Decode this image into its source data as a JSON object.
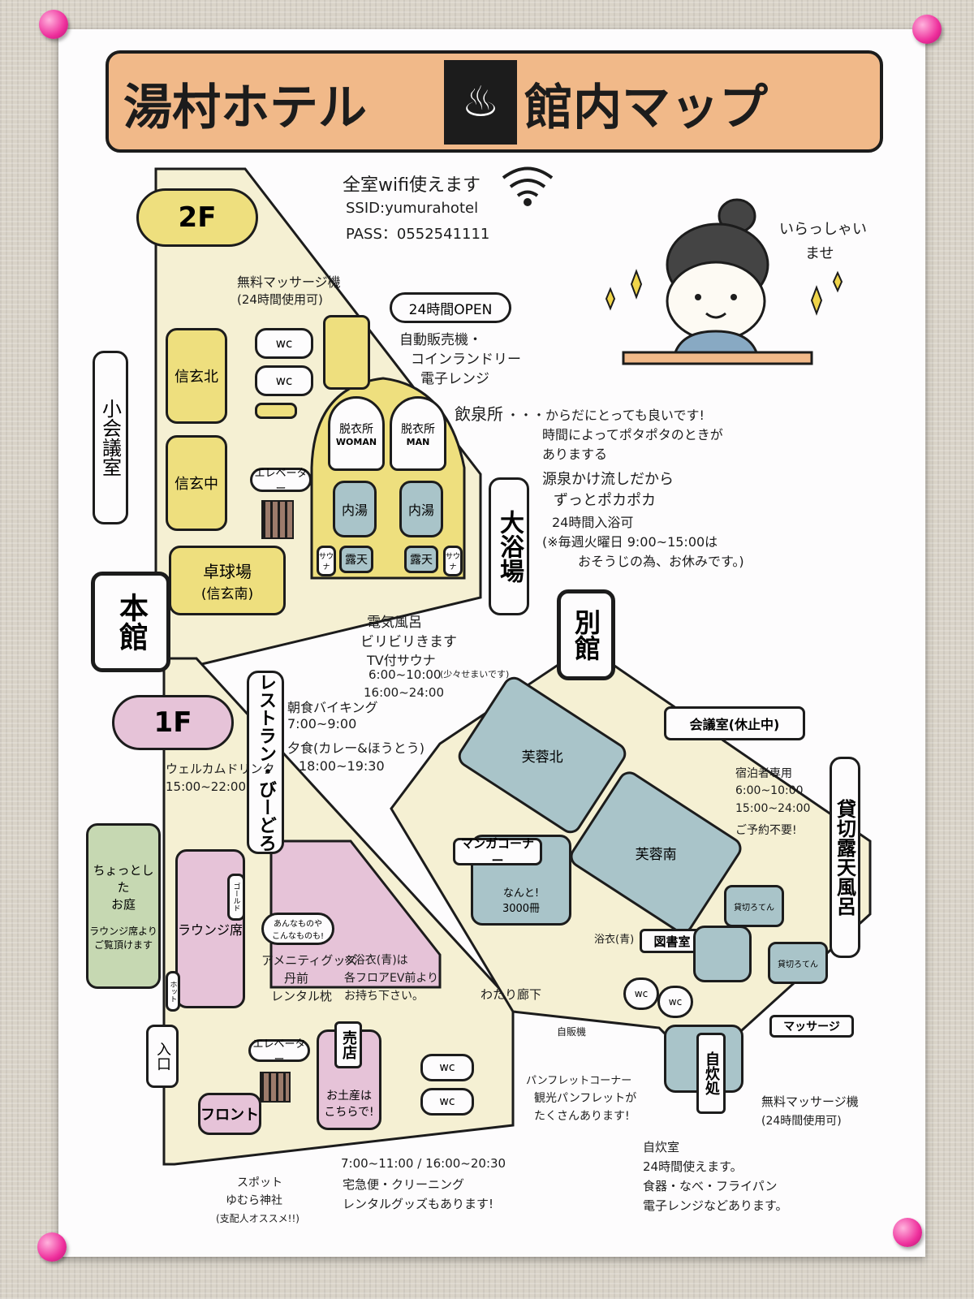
{
  "title": {
    "left": "湯村ホテル",
    "right": "館内マップ"
  },
  "wifi": {
    "line1": "全室wifi使えます",
    "ssid": "SSID:yumurahotel",
    "pass": "PASS：0552541111"
  },
  "greeting": {
    "line1": "いらっしゃい",
    "line2": "ませ"
  },
  "floors": {
    "second": "2F",
    "first": "1F"
  },
  "buildings": {
    "main": "本館",
    "annex": "別館"
  },
  "second_floor": {
    "small_meeting": "小会議室",
    "rooms": [
      "信玄北",
      "信玄中"
    ],
    "pingpong": {
      "line1": "卓球場",
      "line2": "(信玄南)"
    },
    "massage": {
      "line1": "無料マッサージ機",
      "line2": "(24時間使用可)"
    },
    "wc": [
      "wc",
      "wc"
    ],
    "open24": "24時間OPEN",
    "vending": {
      "line1": "自動販売機・",
      "line2": "コインランドリー",
      "line3": "電子レンジ"
    },
    "elevator": "エレベーター",
    "changing_women": {
      "line1": "脱衣所",
      "line2": "WOMAN"
    },
    "changing_men": {
      "line1": "脱衣所",
      "line2": "MAN"
    },
    "indoor_bath": [
      "内湯",
      "内湯"
    ],
    "outdoor_bath": [
      "露天",
      "露天"
    ],
    "sauna": [
      "サウナ",
      "サウナ"
    ],
    "big_bath": "大浴場",
    "drinking": {
      "title": "飲泉所",
      "line1": "・・・からだにとっても良いです!",
      "line2": "時間によってポタポタのときが",
      "line3": "ありまする"
    },
    "onsen_note": {
      "line1": "源泉かけ流しだから",
      "line2": "ずっとポカポカ",
      "line3": "24時間入浴可",
      "line4": "(※毎週火曜日 9:00~15:00は",
      "line5": "おそうじの為、お休みです。)"
    },
    "electric_bath": {
      "line1": "電気風呂",
      "line2": "ビリビリきます",
      "line3": "TV付サウナ",
      "line4": "6:00~10:00",
      "line5": "16:00~24:00",
      "line6": "(少々せまいです)"
    }
  },
  "first_floor": {
    "restaurant": "レストラン・びーどろ",
    "breakfast": {
      "line1": "朝食バイキング",
      "line2": "7:00~9:00",
      "line3": "夕食(カレー&ほうとう)",
      "line4": "18:00~19:30"
    },
    "welcome": {
      "line1": "ウェルカムドリンク",
      "line2": "15:00~22:00"
    },
    "garden": {
      "line1": "ちょっとした",
      "line2": "お庭",
      "line3": "ラウンジ席より",
      "line4": "ご覧頂けます"
    },
    "lounge": "ラウンジ席",
    "gold": "ゴールド",
    "hot": "ホット",
    "entrance": "入口",
    "amenity": {
      "bubble1": "あんなものや",
      "bubble2": "こんなものも!",
      "line1": "アメニティグッズ",
      "line2": "丹前",
      "line3": "レンタル枕"
    },
    "yukata": {
      "line1": "※浴衣(青)は",
      "line2": "各フロアEV前より",
      "line3": "お持ち下さい。"
    },
    "elevator": "エレベーター",
    "shop": "売店",
    "souvenir": {
      "line1": "お土産は",
      "line2": "こちらで!"
    },
    "front": "フロント",
    "shrine": {
      "line1": "スポット",
      "line2": "ゆむら神社",
      "line3": "(支配人オススメ!!)"
    },
    "shop_hours": {
      "line1": "7:00~11:00 / 16:00~20:30",
      "line2": "宅急便・クリーニング",
      "line3": "レンタルグッズもあります!"
    },
    "wc": [
      "wc",
      "wc"
    ],
    "corridor": "わたり廊下",
    "pamphlet": {
      "line1": "パンフレットコーナー",
      "line2": "観光パンフレットが",
      "line3": "たくさんあります!"
    }
  },
  "annex": {
    "rooms": [
      "芙蓉北",
      "芙蓉南"
    ],
    "meeting": "会議室(休止中)",
    "manga": "マンガコーナー",
    "manga_note": {
      "line1": "なんと!",
      "line2": "3000冊"
    },
    "library": "図書室",
    "yukata": "浴衣(青)",
    "vending": "自販機",
    "wc": [
      "wc",
      "wc"
    ],
    "private_bath_title": "貸切露天風呂",
    "private_bath_rooms": [
      "貸切ろてん",
      "貸切ろてん"
    ],
    "private_note": {
      "line1": "宿泊者専用",
      "line2": "6:00~10:00",
      "line3": "15:00~24:00",
      "line4": "ご予約不要!"
    },
    "massage": "マッサージ",
    "massage_note": {
      "line1": "無料マッサージ機",
      "line2": "(24時間使用可)"
    },
    "kitchen": "自炊処",
    "kitchen_note": {
      "line1": "自炊室",
      "line2": "24時間使えます。",
      "line3": "食器・なべ・フライパン",
      "line4": "電子レンジなどあります。"
    }
  },
  "colors": {
    "title_bg": "#f1b989",
    "yellow": "#eedf7e",
    "blue": "#a9c4c9",
    "pink": "#e6c3d8",
    "green": "#c6d8b2",
    "cream": "#f5f0d3",
    "pin": "#ee2f9c"
  }
}
